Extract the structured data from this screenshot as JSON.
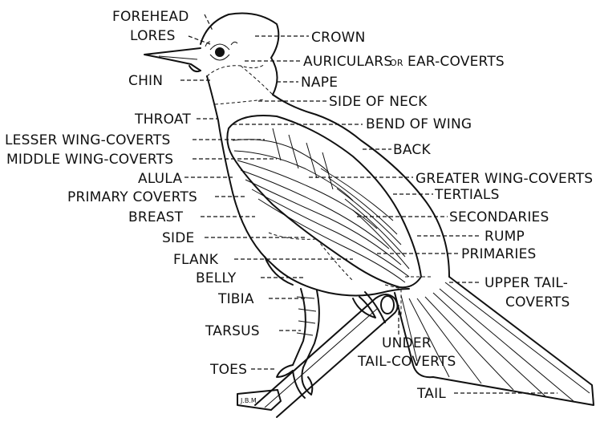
{
  "labels": {
    "forehead": "FOREHEAD",
    "lores": "LORES",
    "crown": "CROWN",
    "auriculars": "AURICULARS",
    "auriculars_or": "OR",
    "ear_coverts": "EAR-COVERTS",
    "chin": "CHIN",
    "nape": "NAPE",
    "side_of_neck": "SIDE OF NECK",
    "throat": "THROAT",
    "bend_of_wing": "BEND OF WING",
    "lesser_wing_coverts": "LESSER WING-COVERTS",
    "back": "BACK",
    "middle_wing_coverts": "MIDDLE WING-COVERTS",
    "alula": "ALULA",
    "greater_wing_coverts": "GREATER WING-COVERTS",
    "primary_coverts": "PRIMARY COVERTS",
    "tertials": "TERTIALS",
    "breast": "BREAST",
    "secondaries": "SECONDARIES",
    "side": "SIDE",
    "rump": "RUMP",
    "flank": "FLANK",
    "primaries": "PRIMARIES",
    "belly": "BELLY",
    "upper_tail": "UPPER TAIL-",
    "coverts": "COVERTS",
    "tibia": "TIBIA",
    "tarsus": "TARSUS",
    "under": "UNDER",
    "tail_coverts": "TAIL-COVERTS",
    "toes": "TOES",
    "tail": "TAIL"
  },
  "signature": "J.B.M."
}
